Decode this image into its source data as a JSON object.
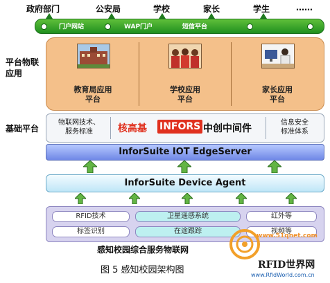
{
  "users": [
    "政府部门",
    "公安局",
    "学校",
    "家长",
    "学生",
    "……"
  ],
  "portal": [
    "门户网站",
    "WAP门户",
    "短信平台"
  ],
  "row_labels": {
    "platform_app": "平台物联\n应用",
    "base_platform": "基础平台"
  },
  "apps": [
    {
      "label": "教育局应用\n平台"
    },
    {
      "label": "学校应用\n平台"
    },
    {
      "label": "家长应用\n平台"
    }
  ],
  "base": {
    "left": "物联网技术、\n服务标准",
    "brand_cn": "核高基",
    "brand_logo": "INFORS",
    "brand_sub": "中创中间件",
    "right": "信息安全\n标准体系"
  },
  "server": "InforSuite IOT EdgeServer",
  "agent": "InforSuite Device Agent",
  "sensing": {
    "row1": [
      "RFID技术",
      "卫星遥感系统",
      "红外等"
    ],
    "row2": [
      "标签识别",
      "在途跟踪",
      "视频等"
    ]
  },
  "sense_title": "感知校园综合服务物联网",
  "caption": "图 5  感知校园架构图",
  "watermark": {
    "site": "www.51qnet.com",
    "brand": "RFID世界网",
    "url": "www.RfidWorld.com.cn"
  },
  "colors": {
    "portal_green": "#2f9a24",
    "apps_orange": "#f4c08a",
    "server_blue": "#8aa0f0",
    "agent_cyan": "#d9f1fb",
    "sense_purple": "#d7d3ef",
    "brand_red": "#e0301e",
    "arrow_green": "#1f7a1f"
  }
}
